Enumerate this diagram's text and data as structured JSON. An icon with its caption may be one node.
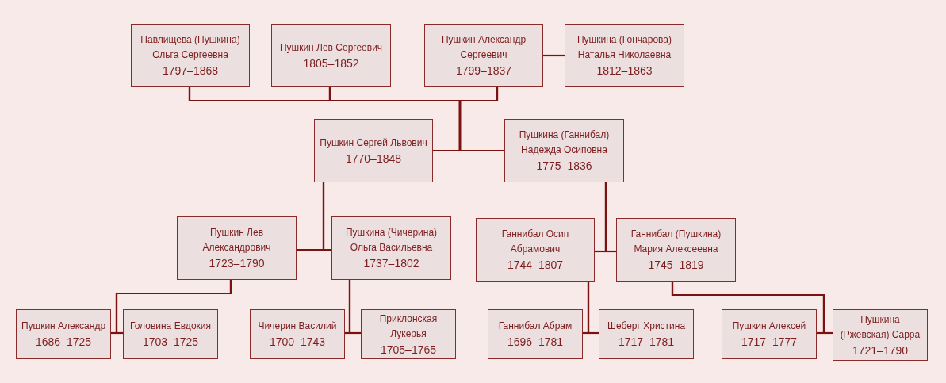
{
  "diagram": {
    "nodes": [
      {
        "text": [
          "Павлищева (Пушкина) Ольга Сергеевна",
          "1797–1868"
        ]
      },
      {
        "text": [
          "Пушкин Лев Сергеевич",
          "1805–1852"
        ]
      },
      {
        "text": [
          "Пушкин Александр Сергеевич",
          "1799–1837"
        ]
      },
      {
        "text": [
          "Пушкина (Гончарова) Наталья Николаевна",
          "1812–1863"
        ]
      },
      {
        "text": [
          "Пушкин Сергей Львович",
          "1770–1848"
        ]
      },
      {
        "text": [
          "Пушкина (Ганнибал) Надежда Осиповна",
          "1775–1836"
        ]
      },
      {
        "text": [
          "Пушкин Лев Александрович",
          "1723–1790"
        ]
      },
      {
        "text": [
          "Пушкина (Чичерина) Ольга Васильевна",
          "1737–1802"
        ]
      },
      {
        "text": [
          "Ганнибал Осип Абрамович",
          "1744–1807"
        ]
      },
      {
        "text": [
          "Ганнибал (Пушкина) Мария Алексеевна",
          "1745–1819"
        ]
      },
      {
        "text": [
          "Пушкин Александр",
          "1686–1725"
        ]
      },
      {
        "text": [
          "Головина Евдокия",
          "1703–1725"
        ]
      },
      {
        "text": [
          "Чичерин Василий",
          "1700–1743"
        ]
      },
      {
        "text": [
          "Приклонская Лукерья",
          "1705–1765"
        ]
      },
      {
        "text": [
          "Ганнибал Абрам",
          "1696–1781"
        ]
      },
      {
        "text": [
          "Шеберг Христина",
          "1717–1781"
        ]
      },
      {
        "text": [
          "Пушкин Алексей",
          "1717–1777"
        ]
      },
      {
        "text": [
          "Пушкина (Ржевская) Сарра",
          "1721–1790"
        ]
      }
    ],
    "edges": [
      {
        "from": 2,
        "to": 3,
        "arrow": "none"
      },
      {
        "from": 4,
        "to": 5,
        "arrow": "none"
      },
      {
        "from": 6,
        "to": 7,
        "arrow": "none"
      },
      {
        "from": 8,
        "to": 9,
        "arrow": "none"
      },
      {
        "from": 10,
        "to": 11,
        "arrow": "none"
      },
      {
        "from": 12,
        "to": 13,
        "arrow": "none"
      },
      {
        "from": 14,
        "to": 15,
        "arrow": "none"
      },
      {
        "from": 16,
        "to": 17,
        "arrow": "none"
      },
      {
        "from": 4,
        "to": 0,
        "arrow": "none"
      },
      {
        "from": 5,
        "to": 0,
        "arrow": "none"
      },
      {
        "from": 4,
        "to": 1,
        "arrow": "none"
      },
      {
        "from": 5,
        "to": 1,
        "arrow": "none"
      },
      {
        "from": 4,
        "to": 2,
        "arrow": "none"
      },
      {
        "from": 5,
        "to": 2,
        "arrow": "none"
      },
      {
        "from": 6,
        "to": 4,
        "arrow": "none"
      },
      {
        "from": 7,
        "to": 4,
        "arrow": "none"
      },
      {
        "from": 8,
        "to": 5,
        "arrow": "none"
      },
      {
        "from": 9,
        "to": 5,
        "arrow": "none"
      },
      {
        "from": 10,
        "to": 6,
        "arrow": "none"
      },
      {
        "from": 11,
        "to": 6,
        "arrow": "none"
      },
      {
        "from": 12,
        "to": 7,
        "arrow": "none"
      },
      {
        "from": 13,
        "to": 7,
        "arrow": "none"
      },
      {
        "from": 14,
        "to": 8,
        "arrow": "none"
      },
      {
        "from": 15,
        "to": 8,
        "arrow": "none"
      },
      {
        "from": 16,
        "to": 9,
        "arrow": "none"
      },
      {
        "from": 17,
        "to": 9,
        "arrow": "none"
      }
    ]
  }
}
